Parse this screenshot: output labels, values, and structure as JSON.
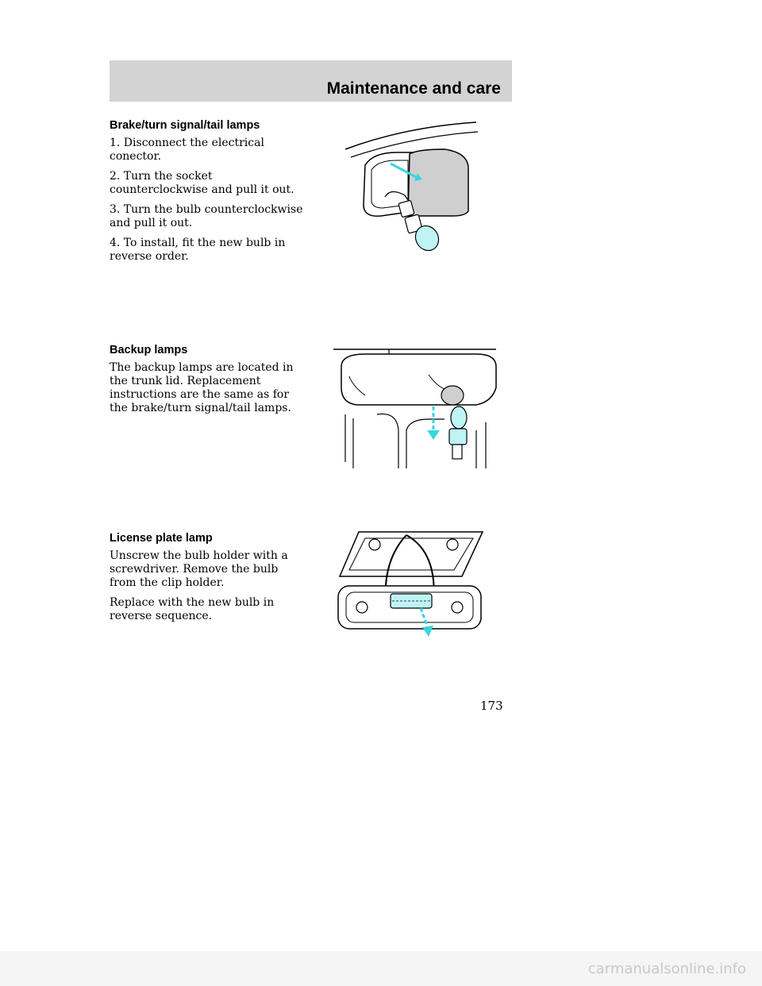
{
  "header": {
    "title": "Maintenance and care"
  },
  "sections": {
    "brake": {
      "heading": "Brake/turn signal/tail lamps",
      "paragraphs": [
        "1. Disconnect the electrical conector.",
        "2. Turn the socket counterclockwise and pull it out.",
        "3. Turn the bulb counterclockwise and pull it out.",
        "4. To install, fit the new bulb in reverse order."
      ]
    },
    "backup": {
      "heading": "Backup lamps",
      "paragraphs": [
        "The backup lamps are located in the trunk lid. Replacement instructions are the same as for the brake/turn signal/tail lamps."
      ]
    },
    "license": {
      "heading": "License plate lamp",
      "paragraphs": [
        "Unscrew the bulb holder with a screwdriver. Remove the bulb from the clip holder.",
        "Replace with the new bulb in reverse sequence."
      ]
    }
  },
  "page_number": "173",
  "watermark": "carmanualsonline.info",
  "colors": {
    "header_band": "#d3d3d3",
    "bulb_cyan": "#bff4f4",
    "arrow_cyan": "#38d6e0",
    "lamp_gray": "#cfcfcf"
  }
}
